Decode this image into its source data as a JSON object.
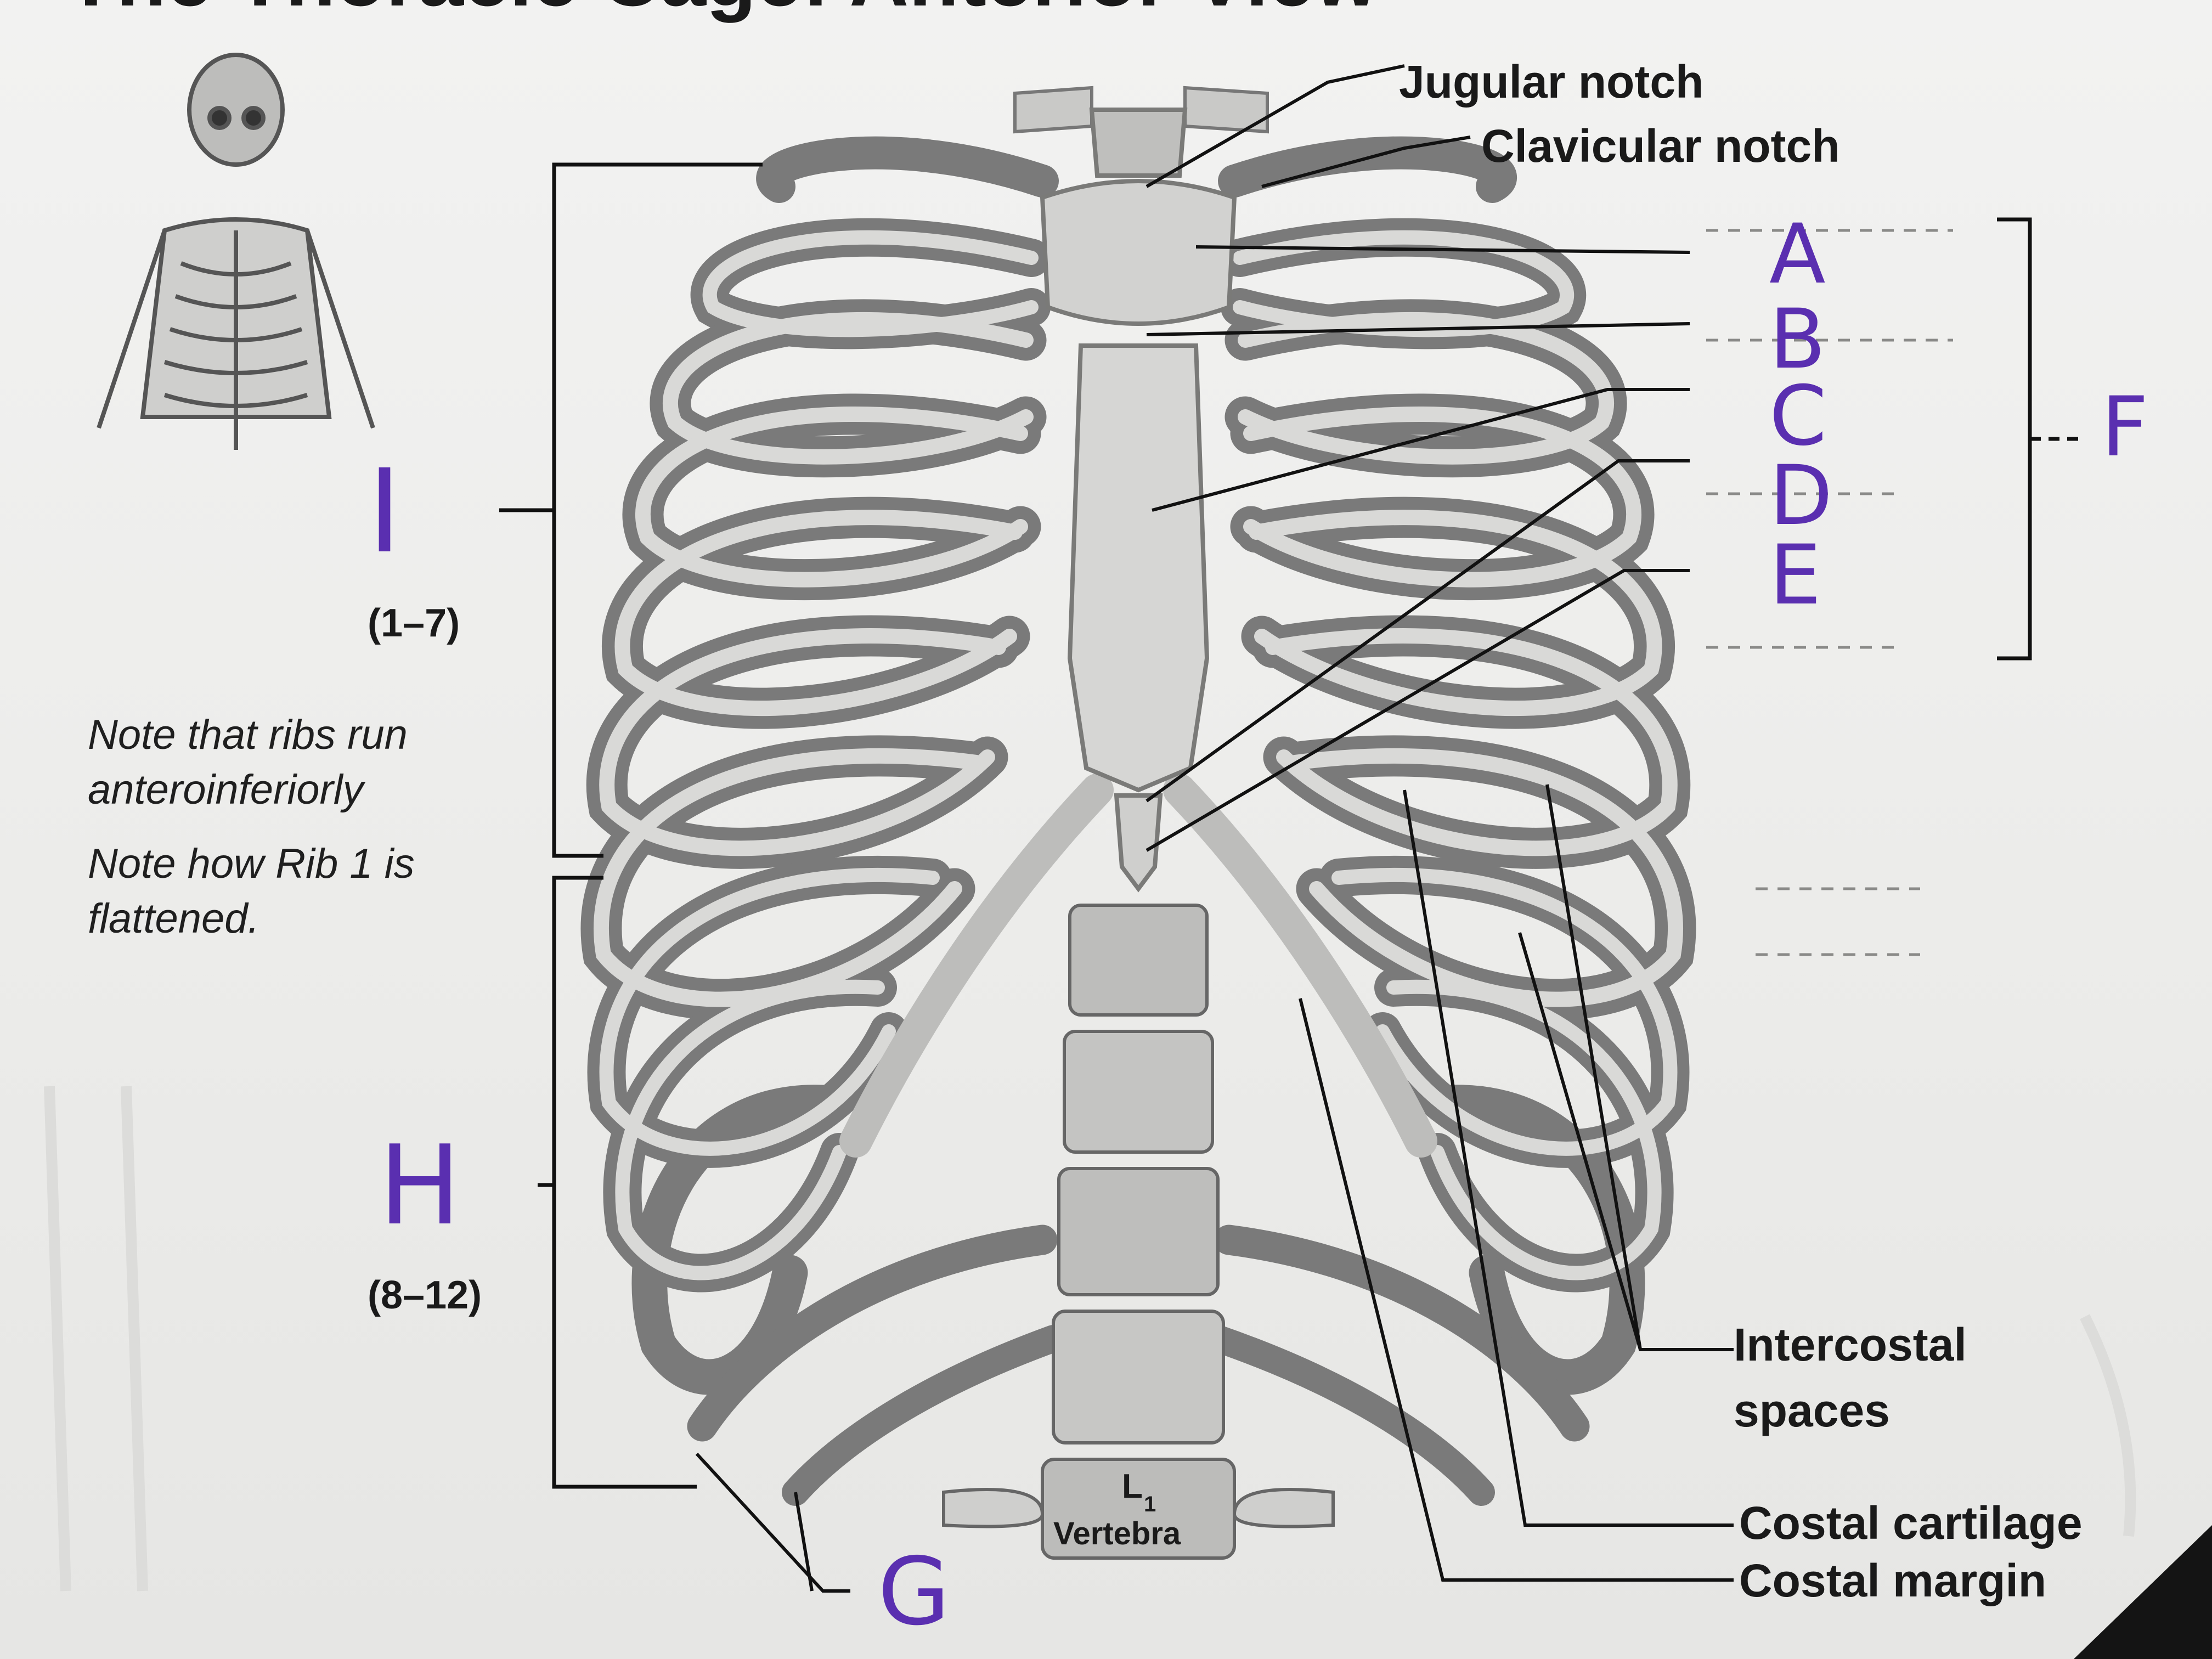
{
  "header": {
    "title": "The Thoracic Cage: Anterior View"
  },
  "labels": {
    "jugular_notch": "Jugular notch",
    "clavicular_notch": "Clavicular notch",
    "intercostal_1": "Intercostal",
    "intercostal_2": "spaces",
    "costal_cartilage": "Costal cartilage",
    "costal_margin": "Costal margin",
    "vertebra_1": "L",
    "vertebra_sub": "1",
    "vertebra_2": "Vertebra"
  },
  "ranges": {
    "true_ribs": "(1–7)",
    "false_ribs": "(8–12)"
  },
  "notes": {
    "line1": "Note that ribs run",
    "line2": "anteroinferiorly",
    "line3": "Note how Rib 1 is",
    "line4": "flattened."
  },
  "handwritten": {
    "A": "A",
    "B": "B",
    "C": "C",
    "D": "D",
    "E": "E",
    "F": "F",
    "G": "G",
    "H": "H",
    "I": "I"
  },
  "colors": {
    "ink": "#5a2fb0",
    "paper": "#efefed",
    "print": "#1a1a1a"
  }
}
